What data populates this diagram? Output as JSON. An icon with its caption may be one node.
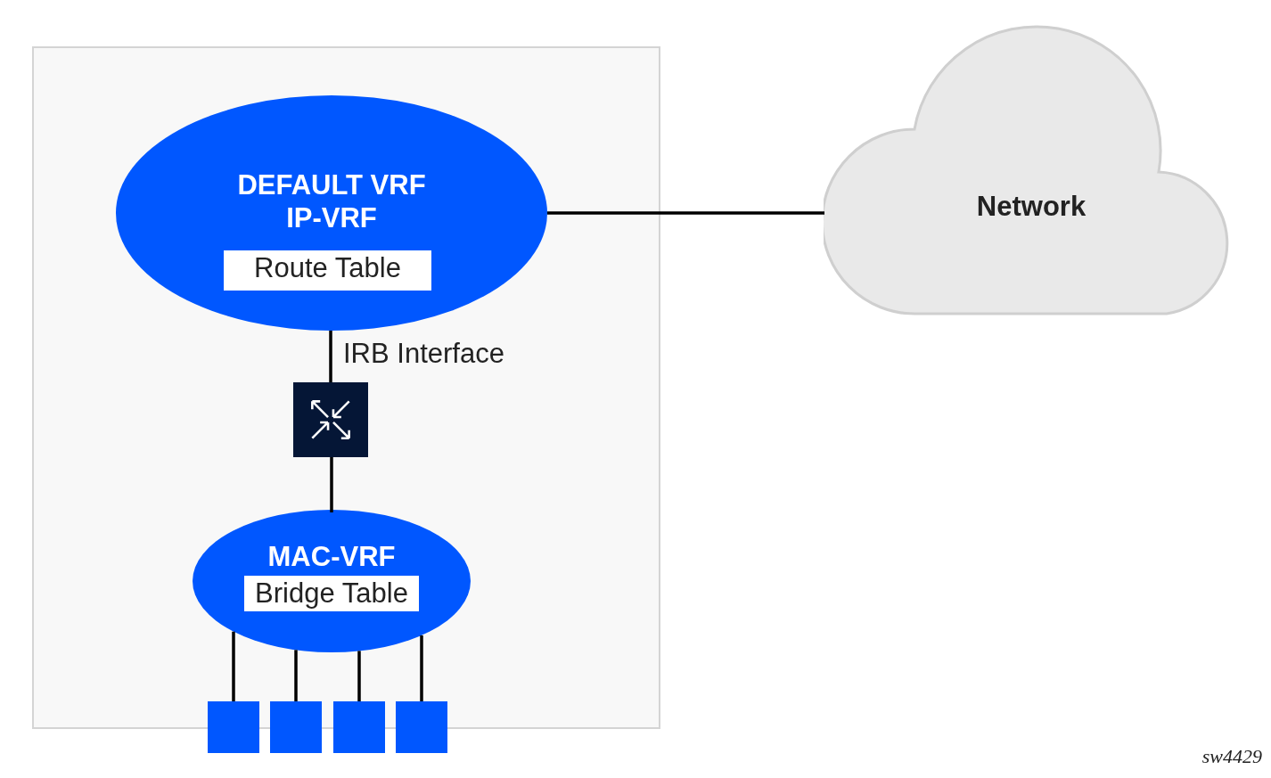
{
  "diagram": {
    "nodes": [
      {
        "text": [],
        "shape": "box"
      },
      {
        "text": [
          "DEFAULT VRF IP-VRF"
        ],
        "in": 0
      },
      {
        "text": [
          "Route Table"
        ],
        "in": 1
      },
      {
        "text": [
          "Network"
        ]
      },
      {
        "text": [],
        "shape": "box",
        "in": 0
      },
      {
        "text": [
          "MAC-VRF"
        ],
        "in": 0
      },
      {
        "text": [
          "Bridge Table"
        ],
        "in": 5
      },
      {
        "text": [],
        "shape": "box"
      },
      {
        "text": [],
        "shape": "box"
      },
      {
        "text": [],
        "shape": "box"
      },
      {
        "text": [],
        "shape": "box"
      }
    ],
    "edges": [
      {
        "from": 1,
        "to": 3,
        "arrow": "none"
      },
      {
        "from": 1,
        "to": 4,
        "arrow": "none",
        "label": "IRB Interface"
      },
      {
        "from": 4,
        "to": 5,
        "arrow": "none"
      },
      {
        "from": 5,
        "to": 7,
        "arrow": "none"
      },
      {
        "from": 5,
        "to": 8,
        "arrow": "none"
      },
      {
        "from": 5,
        "to": 9,
        "arrow": "none"
      },
      {
        "from": 5,
        "to": 10,
        "arrow": "none"
      }
    ],
    "labels": [
      "sw4429"
    ]
  }
}
